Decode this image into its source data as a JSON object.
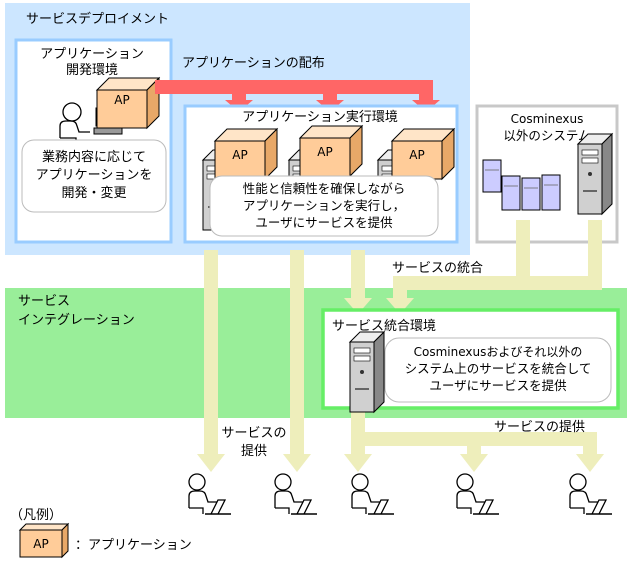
{
  "deploy": {
    "title": "サービスデプロイメント",
    "dist_label": "アプリケーションの配布",
    "dev_env": {
      "title_lines": [
        "アプリケーション",
        "開発環境"
      ],
      "desc_lines": [
        "業務内容に応じて",
        "アプリケーションを",
        "開発・変更"
      ]
    },
    "exec_env": {
      "title": "アプリケーション実行環境",
      "desc_lines": [
        "性能と信頼性を確保しながら",
        "アプリケーションを実行し，",
        "ユーザにサービスを提供"
      ]
    }
  },
  "cosminexus_box": {
    "title_lines": [
      "Cosminexus",
      "以外のシステム"
    ]
  },
  "integration": {
    "title_lines": [
      "サービス",
      "インテグレーション"
    ],
    "integrate_label": "サービスの統合",
    "env": {
      "title": "サービス統合環境",
      "desc_lines": [
        "Cosminexusおよびそれ以外の",
        "システム上のサービスを統合して",
        "ユーザにサービスを提供"
      ]
    }
  },
  "provide": {
    "left_lines": [
      "サービスの",
      "提供"
    ],
    "right": "サービスの提供"
  },
  "legend": {
    "title": "（凡例）",
    "ap": "AP",
    "ap_desc": "：アプリケーション"
  },
  "ap_label": "AP",
  "colors": {
    "deploy_bg": "#cce6ff",
    "integration_bg": "#99ee99",
    "dist_arrow": "#ff6666",
    "flow_arrow": "#eeeebb",
    "ap_box": "#ffcc99",
    "env_border": "#99ccff",
    "integration_border": "#66ee66",
    "gray_border": "#c8c8c8"
  }
}
